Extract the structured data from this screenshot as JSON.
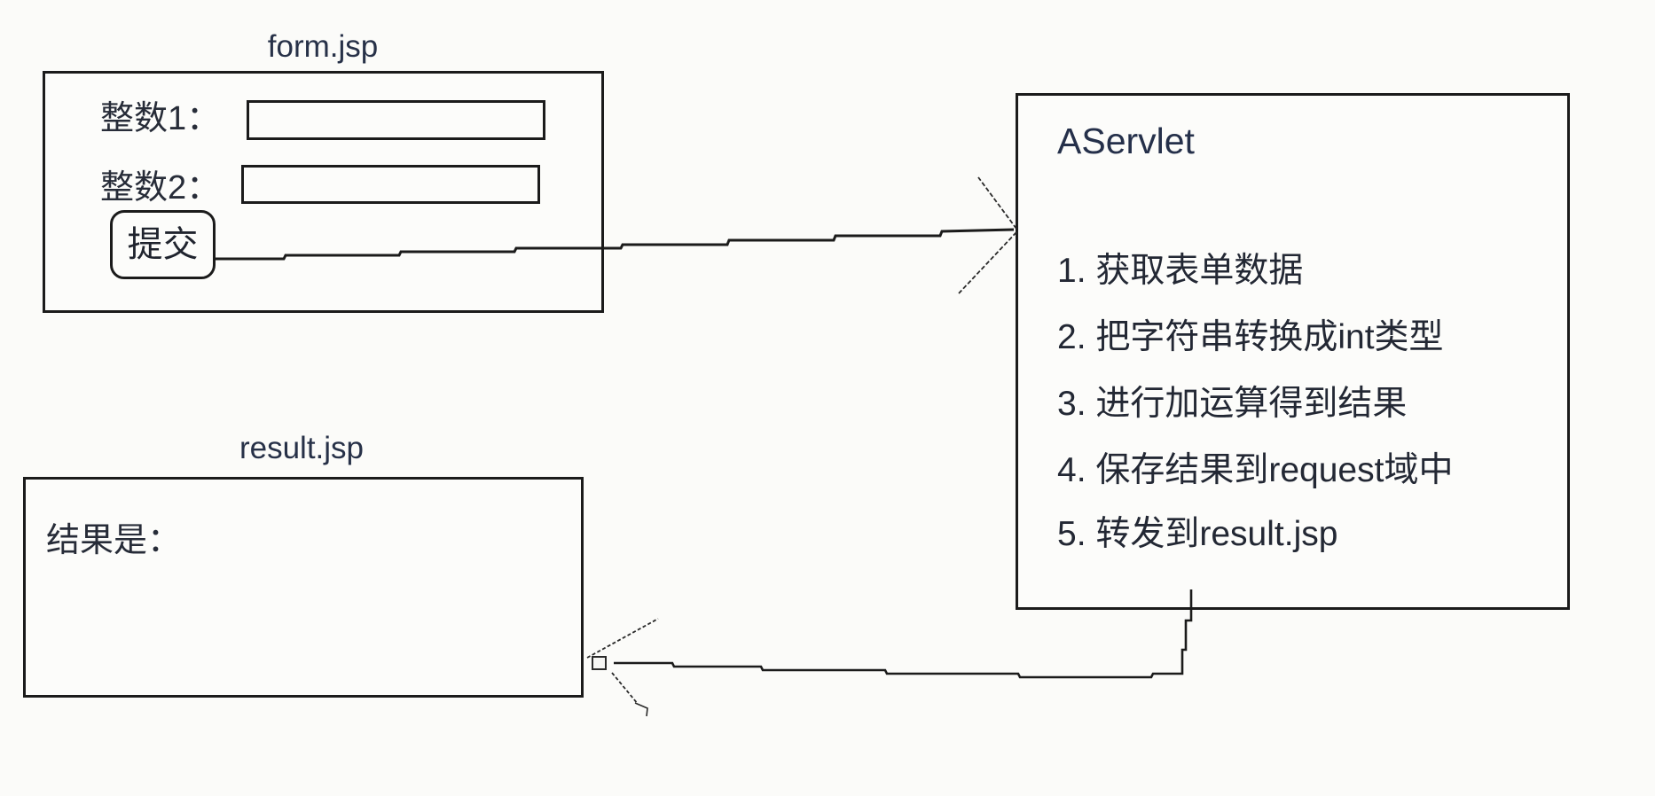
{
  "form": {
    "title": "form.jsp",
    "fields": [
      {
        "label": "整数1：",
        "value": ""
      },
      {
        "label": "整数2：",
        "value": ""
      }
    ],
    "submit_label": "提交"
  },
  "servlet": {
    "title": "AServlet",
    "steps": [
      "1. 获取表单数据",
      "2. 把字符串转换成int类型",
      "3. 进行加运算得到结果",
      "4. 保存结果到request域中",
      "5. 转发到result.jsp"
    ]
  },
  "result": {
    "title": "result.jsp",
    "text": "结果是："
  },
  "colors": {
    "background": "#fbfbf9",
    "line": "#1b1b1b",
    "text": "#252a36",
    "title_text": "#273148"
  }
}
